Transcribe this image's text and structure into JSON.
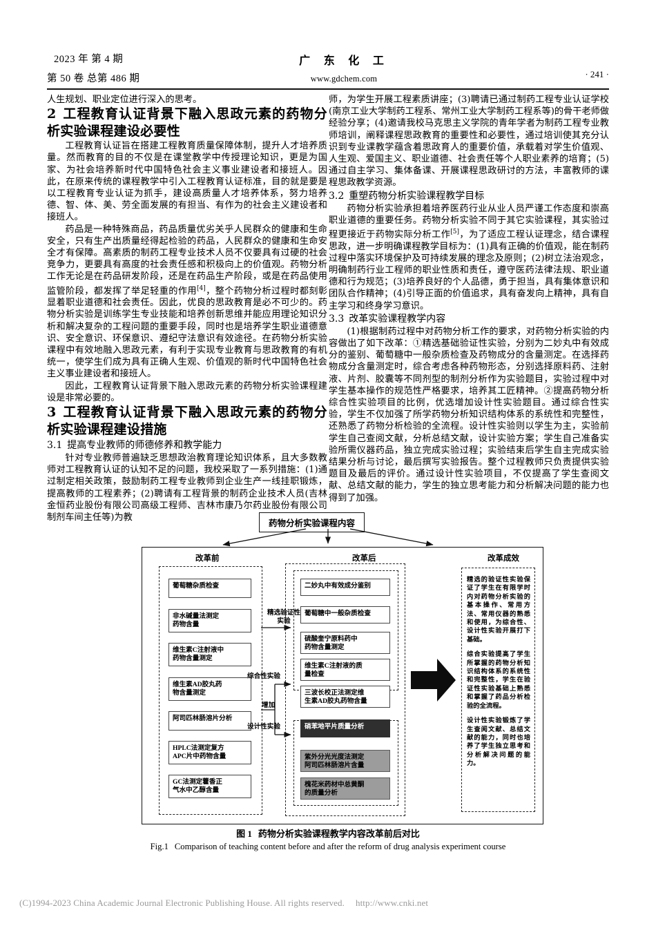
{
  "masthead": {
    "year_issue": "2023 年  第 4 期",
    "volume": "第 50 卷  总第 486 期",
    "journal": "广 东 化 工",
    "url": "www.gdchem.com",
    "page_number": "· 241 ·"
  },
  "left_column": {
    "p_continued": "人生规划、职业定位进行深入的思考。",
    "heading2_num": "2",
    "heading2_text": "工程教育认证背景下融入思政元素的药物分析实验课程建设必要性",
    "p1": "工程教育认证旨在搭建工程教育质量保障体制，提升人才培养质量。然而教育的目的不仅是在课堂教学中传授理论知识，更是为国家、为社会培养新时代中国特色社会主义事业建设者和接班人。因此，在原来传统的课程教学中引入工程教育认证标准，目的就是要是以工程教育专业认证为抓手，建设高质量人才培养体系，努力培养德、智、体、美、劳全面发展的有担当、有作为的社会主义建设者和接班人。",
    "p2_a": "药品是一种特殊商品，药品质量优劣关乎人民群众的健康和生命安全，只有生产出质量经得起检验的药品，人民群众的健康和生命安全才有保障。高素质的制药工程专业技术人员不仅要具有过硬的社会竞争力，更要具有高度的社会责任感和积极向上的价值观。药物分析工作无论是在药品研发阶段，还是在药品生产阶段，或是在药品使用监管阶段，都发挥了举足轻重的作用",
    "p2_sup": "[4]",
    "p2_b": "，整个药物分析过程时都刻彰显着职业道德和社会责任。因此，优良的思政教育是必不可少的。药物分析实验是训练学生专业技能和培养创新思维并能应用理论知识分析和解决复杂的工程问题的重要手段，同时也是培养学生职业道德意识、安全意识、环保意识、遵纪守法意识有效途径。在药物分析实验课程中有效地融入思政元素，有利于实现专业教育与思政教育的有机统一，使学生们成为具有正确人生观、价值观的新时代中国特色社会主义事业建设者和接班人。",
    "p3": "因此，工程教育认证背景下融入思政元素的药物分析实验课程建设是非常必要的。",
    "heading3_num": "3",
    "heading3_text": "工程教育认证背景下融入思政元素的药物分析实验课程建设措施",
    "sub31_num": "3.1",
    "sub31_text": "提高专业教师的师德修养和教学能力",
    "p4": "针对专业教师普遍缺乏思想政治教育理论知识体系，且大多数教师对工程教育认证的认知不足的问题，我校采取了一系列措施：(1)通过制定相关政策，鼓励制药工程专业教师到企业生产一线挂职锻炼，提高教师的工程素养；(2)聘请有工程背景的制药企业技术人员(吉林金恒药业股份有限公司高级工程师、吉林市康乃尔药业股份有限公司制剂车间主任等)为教"
  },
  "right_column": {
    "p1": "师，为学生开展工程素质讲座；(3)聘请已通过制药工程专业认证学校(南京工业大学制药工程系、常州工业大学制药工程系等)的骨干老师做经验分享；(4)邀请我校马克思主义学院的青年学者为制药工程专业教师培训，阐释课程思政教育的重要性和必要性，通过培训使其充分认识到专业课教学蕴含着思政育人的重要价值，承载着对学生价值观、人生观、爱国主义、职业道德、社会责任等个人职业素养的培育；(5)通过自主学习、集体备课、开展课程思政研讨的方法，丰富教师的课程思政教学资源。",
    "sub32_num": "3.2",
    "sub32_text": "重塑药物分析实验课程教学目标",
    "p2_a": "药物分析实验承担着培养医药行业从业人员严谨工作态度和崇高职业道德的重要任务。药物分析实验不同于其它实验课程，其实验过程更接近于药物实际分析工作",
    "p2_sup": "[5]",
    "p2_b": "，为了适应工程认证理念，结合课程思政，进一步明确课程教学目标为：(1)具有正确的价值观，能在制药过程中落实环境保护及可持续发展的理念及原则；(2)树立法治观念，明确制药行业工程师的职业性质和责任，遵守医药法律法规、职业道德和行为规范；(3)培养良好的个人品德，勇于担当，具有集体意识和团队合作精神；(4)引导正面的价值追求，具有奋发向上精神，具有自主学习和终身学习意识。",
    "sub33_num": "3.3",
    "sub33_text": "改革实验课程教学内容",
    "p3": "(1)根据制药过程中对药物分析工作的要求，对药物分析实验的内容做出了如下改革：①精选基础验证性实验，分别为二妙丸中有效成分的鉴别、葡萄糖中一般杂质检查及药物成分的含量测定。在选择药物成分含量测定时，综合考虑各种药物形态，分别选择原料药、注射液、片剂、胶囊等不同剂型的制剂分析作为实验题目，实验过程中对学生基本操作的规范性严格要求，培养其工匠精神。②提高药物分析综合性实验项目的比例，优选增加设计性实验题目。通过综合性实验，学生不仅加强了所学药物分析知识结构体系的系统性和完整性，还熟悉了药物分析检验的全流程。设计性实验则以学生为主，实验前学生自己查阅文献，分析总结文献，设计实验方案；学生自己准备实验所需仪器药品，独立完成实验过程；实验结束后学生自主完成实验结果分析与讨论，最后撰写实验报告。整个过程教师只负责提供实验题目及最后的评价。通过设计性实验项目，不仅提高了学生查阅文献、总结文献的能力，学生的独立思考能力和分析解决问题的能力也得到了加强。"
  },
  "figure": {
    "root_label": "药物分析实验课程内容",
    "columns": [
      {
        "header": "改革前"
      },
      {
        "header": "改革后"
      },
      {
        "header": "改革成效"
      }
    ],
    "before_boxes": [
      "葡萄糖杂质检查",
      "非水碱量法测定\n药物含量",
      "维生素C注射液中\n药物含量测定",
      "维生素AD胶丸药\n物含量测定",
      "阿司匹林肠溶片分析",
      "HPLC法测定复方\nAPC片中药物含量",
      "GC法测定藿香正\n气水中乙醇含量"
    ],
    "after_boxes": [
      {
        "text": "二妙丸中有效成分鉴别",
        "style": "plain"
      },
      {
        "text": "葡萄糖中一般杂质检查",
        "style": "plain"
      },
      {
        "text": "硫酸奎宁原料药中\n药物含量测定",
        "style": "plain"
      },
      {
        "text": "维生素C注射液的质\n量检查",
        "style": "plain"
      },
      {
        "text": "三波长校正法测定维\n生素AD胶丸药物含量",
        "style": "plain"
      },
      {
        "text": "硝苯地平片质量分析",
        "style": "dark"
      },
      {
        "text": "紫外分光光度法测定\n阿司匹林肠溶片含量",
        "style": "gray"
      },
      {
        "text": "槐花米药材中总黄酮\n的质量分析",
        "style": "gray"
      }
    ],
    "connector_labels": {
      "verify": "精选验证性\n实验",
      "comprehensive": "综合性实验",
      "design": "设计性实验",
      "increase": "增加"
    },
    "effect_paragraphs": [
      "精选的验证性实验保证了学生在有限学时内对药物分析实验的基本操作、常用方法、常用仪器的熟悉和使用，为综合性、设计性实验开展打下基础。",
      "综合实验提高了学生所掌握的药物分析知识结构体系的系统性和完整性，学生在验证性实验基础上熟悉和掌握了药品分析检验的全流程。",
      "设计性实验锻炼了学生查阅文献、总结文献的能力，同时也培养了学生独立思考和分析解决问题的能力。"
    ],
    "caption_cn_label": "图 1",
    "caption_cn_text": "药物分析实验课程教学内容改革前后对比",
    "caption_en_label": "Fig.1",
    "caption_en_text": "Comparison of teaching content before and after the reform of drug analysis experiment course"
  },
  "footer": {
    "copyright": "(C)1994-2023 China Academic Journal Electronic Publishing House. All rights reserved.",
    "url": "http://www.cnki.net"
  },
  "colors": {
    "dark_box": "#2f2f2f",
    "gray_box": "#9c9c9c",
    "rule": "#111111",
    "footer_text": "#9a9a9a"
  }
}
